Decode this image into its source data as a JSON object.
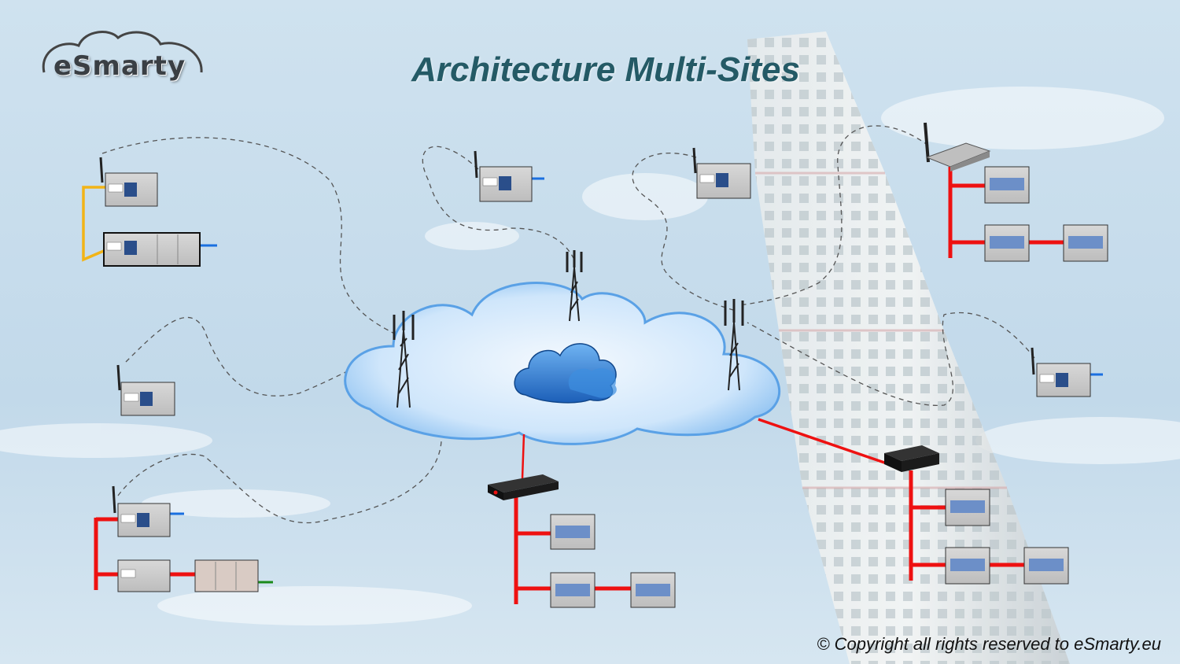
{
  "logo": {
    "text": "eSmarty"
  },
  "title": "Architecture Multi-Sites",
  "copyright": "© Copyright all rights reserved to eSmarty.eu",
  "colors": {
    "title": "#245a66",
    "wired_link": "#ee1111",
    "bus_yellow": "#f2b417",
    "io_blue": "#1a6fe0",
    "io_green": "#1a8a1a",
    "sky": "#c9dfee"
  },
  "icons": [
    "cloud-icon",
    "cell-tower-icon",
    "router-icon",
    "gateway-box-icon",
    "wireless-controller-icon",
    "din-module-icon"
  ]
}
